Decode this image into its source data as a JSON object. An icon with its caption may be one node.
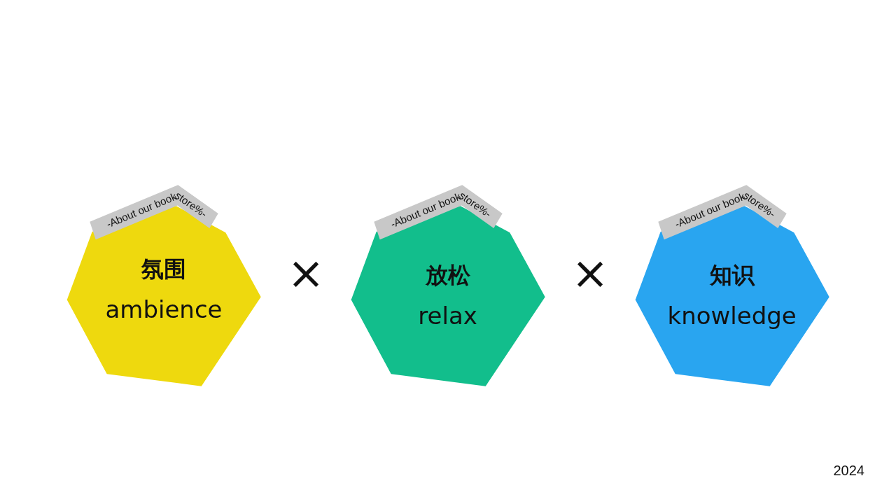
{
  "diagram": {
    "nodes": [
      {
        "text": [
          "-About our bookstore%-"
        ]
      },
      {
        "text": [
          "氛围",
          "ambience"
        ]
      },
      {
        "text": [
          "-About our bookstore%-"
        ]
      },
      {
        "text": [
          "放松",
          "relax"
        ]
      },
      {
        "text": [
          "-About our bookstore%-"
        ]
      },
      {
        "text": [
          "知识",
          "knowledge"
        ]
      }
    ],
    "labels": [
      "×",
      "×",
      "2024"
    ]
  }
}
